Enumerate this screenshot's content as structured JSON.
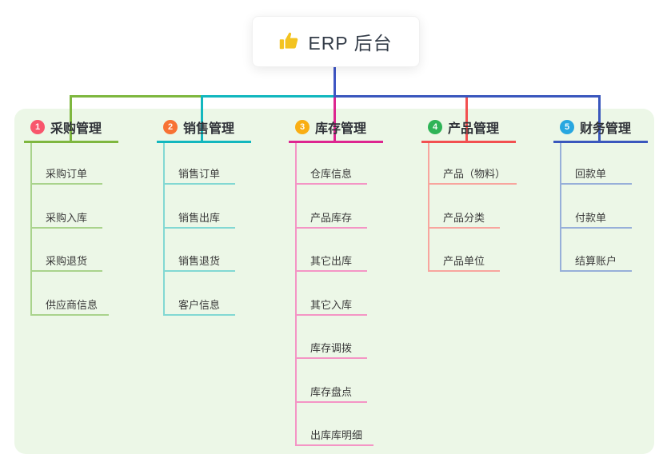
{
  "root": {
    "label": "ERP 后台",
    "icon": "thumbs-up-icon",
    "icon_color": "#f3c320"
  },
  "canvas": {
    "background": "#ffffff",
    "panel_background": "#ecf7e7"
  },
  "connector": {
    "root_color": "#3f56c4"
  },
  "branches": [
    {
      "number": "1",
      "label": "采购管理",
      "badge_color": "#f8566c",
      "line_color": "#7eb73f",
      "child_line_color": "#a9d38c",
      "children": [
        "采购订单",
        "采购入库",
        "采购退货",
        "供应商信息"
      ]
    },
    {
      "number": "2",
      "label": "销售管理",
      "badge_color": "#f77234",
      "line_color": "#12b7be",
      "child_line_color": "#82d8d3",
      "children": [
        "销售订单",
        "销售出库",
        "销售退货",
        "客户信息"
      ]
    },
    {
      "number": "3",
      "label": "库存管理",
      "badge_color": "#f9ae13",
      "line_color": "#dd2690",
      "child_line_color": "#f495c5",
      "children": [
        "仓库信息",
        "产品库存",
        "其它出库",
        "其它入库",
        "库存调拨",
        "库存盘点",
        "出库库明细"
      ]
    },
    {
      "number": "4",
      "label": "产品管理",
      "badge_color": "#2fb457",
      "line_color": "#f25050",
      "child_line_color": "#f8a59e",
      "children": [
        "产品（物料）",
        "产品分类",
        "产品单位"
      ]
    },
    {
      "number": "5",
      "label": "财务管理",
      "badge_color": "#28a7e0",
      "line_color": "#3a57bd",
      "child_line_color": "#97afd9",
      "children": [
        "回款单",
        "付款单",
        "结算账户"
      ]
    }
  ]
}
